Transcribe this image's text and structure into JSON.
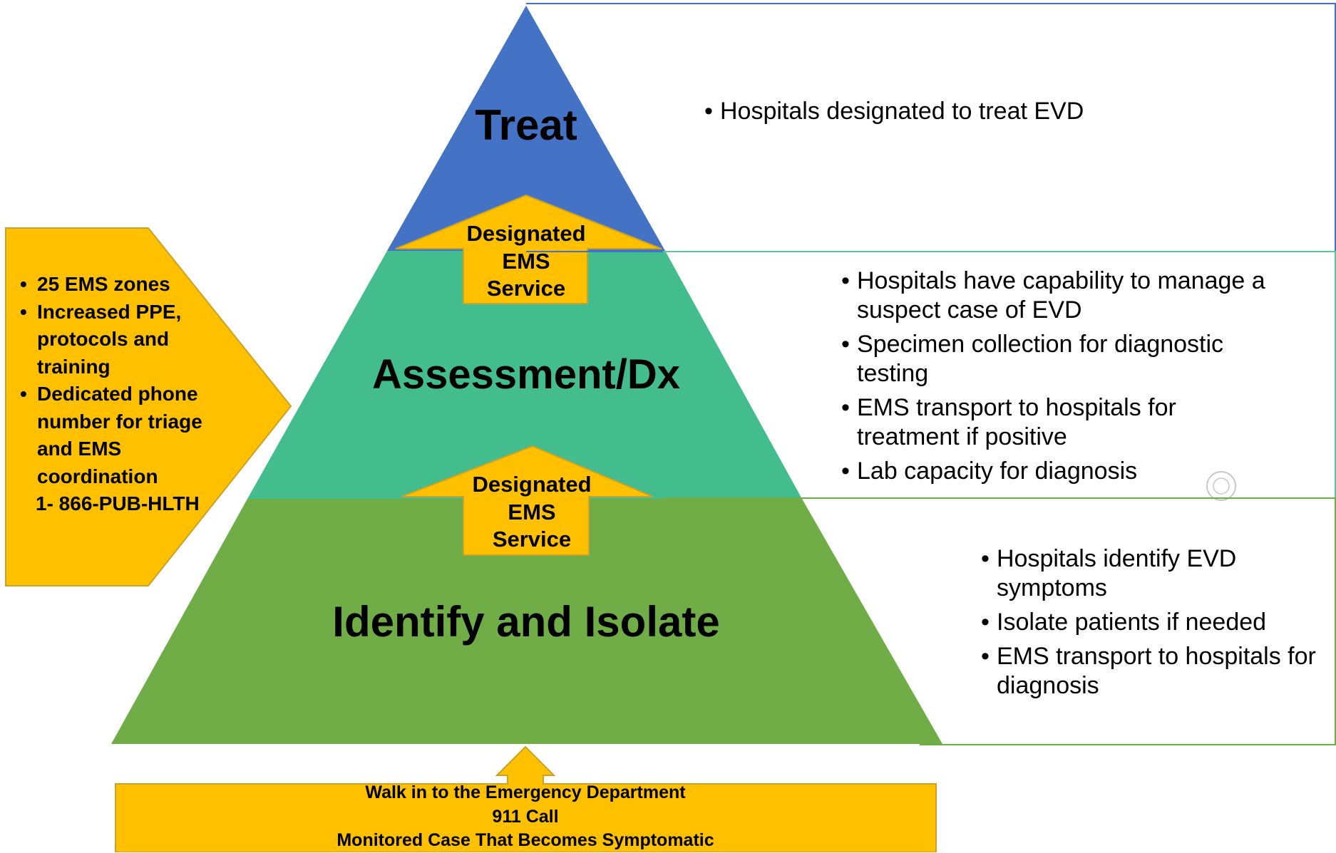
{
  "colors": {
    "treat": "#4472c4",
    "assessment": "#44bd8e",
    "identify": "#70ad47",
    "arrow_fill": "#ffc000",
    "arrow_stroke": "#c9a227"
  },
  "tiers": {
    "treat": {
      "title": "Treat",
      "bullets": [
        "Hospitals designated to treat EVD"
      ]
    },
    "assessment": {
      "title": "Assessment/Dx",
      "bullets": [
        "Hospitals have capability to manage a suspect case of EVD",
        "Specimen collection for diagnostic testing",
        "EMS transport to hospitals for treatment if positive",
        "Lab capacity for diagnosis"
      ]
    },
    "identify": {
      "title": "Identify and Isolate",
      "bullets": [
        "Hospitals identify EVD symptoms",
        "Isolate patients if needed",
        "EMS transport to hospitals for diagnosis"
      ]
    }
  },
  "arrows": {
    "upper": {
      "line1": "Designated",
      "line2": "EMS",
      "line3": "Service"
    },
    "lower": {
      "line1": "Designated",
      "line2": "EMS",
      "line3": "Service"
    }
  },
  "ems_panel": {
    "bullets": [
      "25 EMS zones",
      "Increased PPE, protocols and training",
      "Dedicated phone number for triage and EMS coordination"
    ],
    "phone": "1- 866-PUB-HLTH"
  },
  "entry_points": {
    "line1": "Walk in to the Emergency Department",
    "line2": "911 Call",
    "line3": "Monitored Case That Becomes Symptomatic"
  }
}
